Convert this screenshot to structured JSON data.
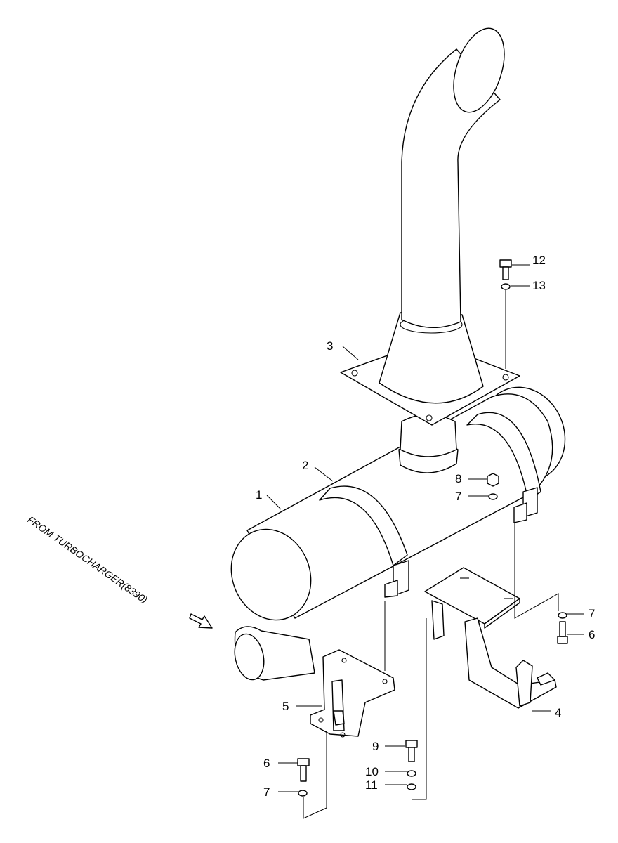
{
  "diagram": {
    "source_label": "FROM TURBOCHARGER(8390)",
    "callouts": {
      "muffler": "1",
      "band": "2",
      "stack": "3",
      "bracket_right": "4",
      "bracket_left": "5",
      "bolt_6_left": "6",
      "bolt_6_right": "6",
      "washer_7_left": "7",
      "washer_7_mid": "7",
      "washer_7_right": "7",
      "nut_8": "8",
      "bolt_9": "9",
      "washer_10": "10",
      "washer_11": "11",
      "bolt_12": "12",
      "washer_13": "13"
    }
  }
}
